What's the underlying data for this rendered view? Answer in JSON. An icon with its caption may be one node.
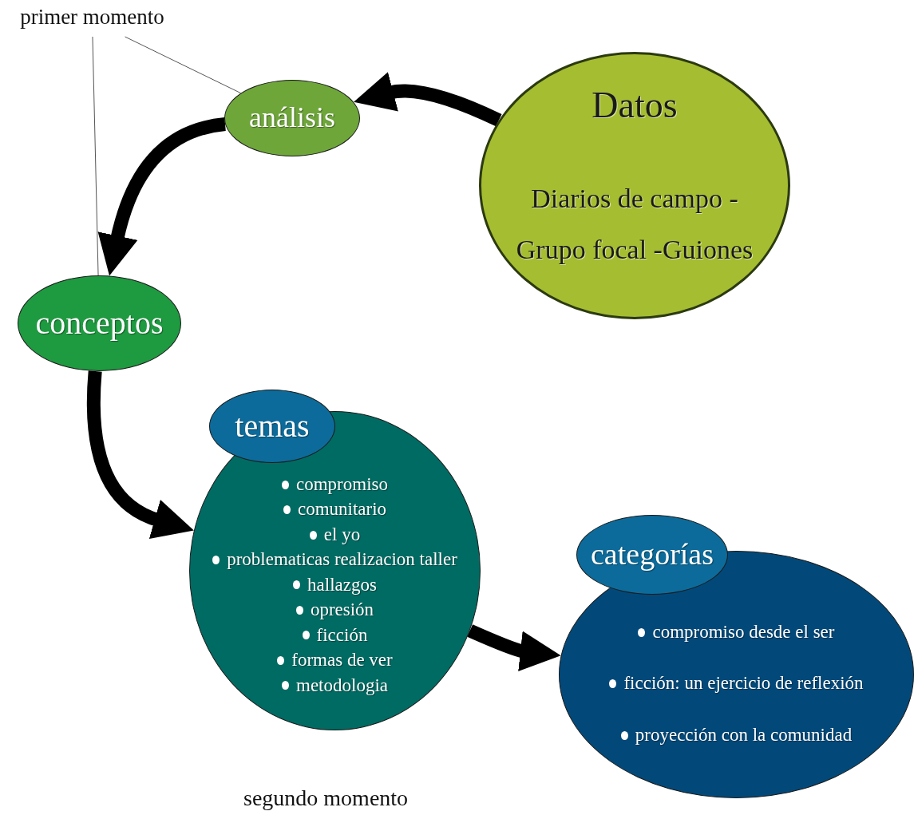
{
  "diagram": {
    "nodes": [
      {
        "text": [
          "primer momento"
        ]
      },
      {
        "text": [
          "análisis"
        ]
      },
      {
        "text": [
          "Datos",
          "Diarios de campo - Grupo focal -Guiones"
        ]
      },
      {
        "text": [
          "conceptos"
        ]
      },
      {
        "text": [
          "temas"
        ]
      },
      {
        "text": [
          "compromiso",
          "comunitario",
          "el yo",
          "problematicas realizacion taller",
          "hallazgos",
          "opresión",
          "ficción",
          "formas de ver",
          "metodologia"
        ]
      },
      {
        "text": [
          "categorías"
        ]
      },
      {
        "text": [
          "compromiso desde el ser",
          "ficción: un ejercicio de reflexión",
          "proyección con la comunidad"
        ]
      }
    ],
    "edges": [
      {
        "from": 2,
        "to": 1,
        "arrow": "to"
      },
      {
        "from": 1,
        "to": 3,
        "arrow": "to"
      },
      {
        "from": 3,
        "to": 5,
        "arrow": "to"
      },
      {
        "from": 5,
        "to": 7,
        "arrow": "to"
      },
      {
        "from": 0,
        "to": 1,
        "arrow": "none",
        "color": "#555555"
      },
      {
        "from": 0,
        "to": 3,
        "arrow": "none",
        "color": "#555555"
      }
    ],
    "labels": [
      "segundo momento"
    ]
  }
}
